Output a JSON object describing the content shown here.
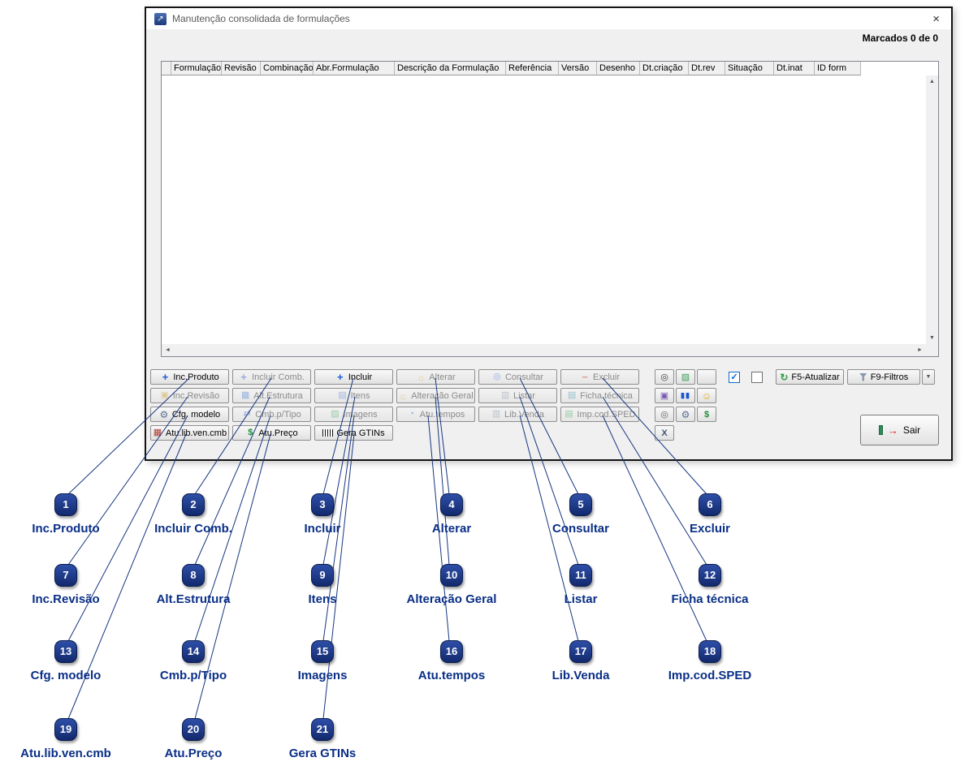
{
  "window": {
    "title": "Manutenção consolidada de formulações",
    "marcados": "Marcados 0 de 0"
  },
  "glyphs": {
    "app": "↗",
    "close": "×",
    "plus": "+",
    "minus": "−",
    "edit": "☼",
    "view": "◎",
    "revision": "▣",
    "structure": "▦",
    "items": "▤",
    "list": "▥",
    "doc": "▤",
    "gear": "⚙",
    "swap": "⇄",
    "image": "▨",
    "clock": "◔",
    "table": "▦",
    "money": "$",
    "eye": "◎",
    "photo": "▣",
    "pause": "▮▮",
    "smiley": "☺",
    "glasses": "◎",
    "dollar": "$",
    "x": "X",
    "refresh": "↻",
    "check": "✓",
    "dropdown": "▼",
    "up": "▲",
    "down": "▼",
    "left": "◄",
    "right": "►",
    "exit": "→"
  },
  "grid": {
    "columns": [
      "",
      "Formulação",
      "Revisão",
      "Combinação",
      "Abr.Formulação",
      "Descrição da Formulação",
      "Referência",
      "Versão",
      "Desenho",
      "Dt.criação",
      "Dt.rev",
      "Situação",
      "Dt.inat",
      "ID form"
    ]
  },
  "toolbar": {
    "buttons": [
      {
        "label": "Inc.Produto",
        "icon": "plus",
        "enabled": true
      },
      {
        "label": "Incluir Comb.",
        "icon": "plus",
        "enabled": false
      },
      {
        "label": "Incluir",
        "icon": "plus",
        "enabled": true
      },
      {
        "label": "Alterar",
        "icon": "edit",
        "enabled": false
      },
      {
        "label": "Consultar",
        "icon": "view",
        "enabled": false
      },
      {
        "label": "Excluir",
        "icon": "minus",
        "enabled": false
      },
      {
        "label": "Inc.Revisão",
        "icon": "revision",
        "enabled": false
      },
      {
        "label": "Alt.Estrutura",
        "icon": "structure",
        "enabled": false
      },
      {
        "label": "Itens",
        "icon": "items",
        "enabled": false
      },
      {
        "label": "Alteração Geral",
        "icon": "edit",
        "enabled": false
      },
      {
        "label": "Listar",
        "icon": "list",
        "enabled": false
      },
      {
        "label": "Ficha técnica",
        "icon": "doc",
        "enabled": false
      },
      {
        "label": "Cfg. modelo",
        "icon": "gear",
        "enabled": true
      },
      {
        "label": "Cmb.p/Tipo",
        "icon": "swap",
        "enabled": false
      },
      {
        "label": "Imagens",
        "icon": "image",
        "enabled": false
      },
      {
        "label": "Atu.tempos",
        "icon": "clock",
        "enabled": false
      },
      {
        "label": "Lib.Venda",
        "icon": "list",
        "enabled": false
      },
      {
        "label": "Imp.cod.SPED",
        "icon": "doc",
        "enabled": false
      },
      {
        "label": "Atu.lib.ven.cmb",
        "icon": "table",
        "enabled": true
      },
      {
        "label": "Atu.Preço",
        "icon": "money",
        "enabled": true
      },
      {
        "label": "Gera GTINs",
        "icon": "barcode",
        "enabled": true
      }
    ],
    "f5": "F5-Atualizar",
    "f9": "F9-Filtros",
    "sair": "Sair"
  },
  "annotations": [
    {
      "num": "1",
      "label": "Inc.Produto"
    },
    {
      "num": "2",
      "label": "Incluir Comb."
    },
    {
      "num": "3",
      "label": "Incluir"
    },
    {
      "num": "4",
      "label": "Alterar"
    },
    {
      "num": "5",
      "label": "Consultar"
    },
    {
      "num": "6",
      "label": "Excluir"
    },
    {
      "num": "7",
      "label": "Inc.Revisão"
    },
    {
      "num": "8",
      "label": "Alt.Estrutura"
    },
    {
      "num": "9",
      "label": "Itens"
    },
    {
      "num": "10",
      "label": "Alteração Geral"
    },
    {
      "num": "11",
      "label": "Listar"
    },
    {
      "num": "12",
      "label": "Ficha técnica"
    },
    {
      "num": "13",
      "label": "Cfg. modelo"
    },
    {
      "num": "14",
      "label": "Cmb.p/Tipo"
    },
    {
      "num": "15",
      "label": "Imagens"
    },
    {
      "num": "16",
      "label": "Atu.tempos"
    },
    {
      "num": "17",
      "label": "Lib.Venda"
    },
    {
      "num": "18",
      "label": "Imp.cod.SPED"
    },
    {
      "num": "19",
      "label": "Atu.lib.ven.cmb"
    },
    {
      "num": "20",
      "label": "Atu.Preço"
    },
    {
      "num": "21",
      "label": "Gera GTINs"
    }
  ]
}
